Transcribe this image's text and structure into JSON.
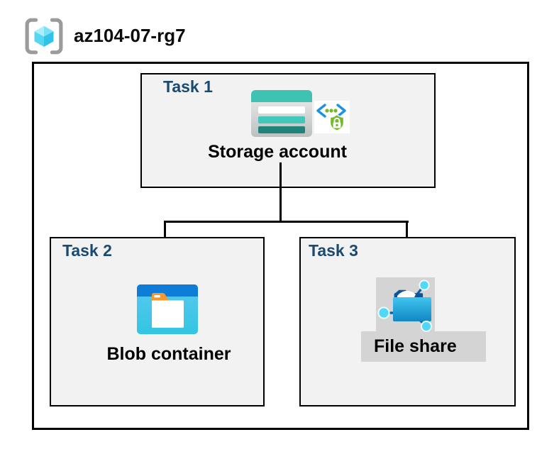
{
  "header": {
    "icon": "resource-group-icon",
    "title": "az104-07-rg7"
  },
  "diagram": {
    "tasks": [
      {
        "label": "Task 1",
        "item_label": "Storage account",
        "icons": [
          "storage-account-icon",
          "secure-access-icon"
        ]
      },
      {
        "label": "Task 2",
        "item_label": "Blob container",
        "icons": [
          "blob-container-icon"
        ]
      },
      {
        "label": "Task 3",
        "item_label": "File share",
        "icons": [
          "file-share-icon"
        ],
        "item_highlighted": true
      }
    ],
    "connections": [
      {
        "from": "Storage account",
        "to": "Blob container"
      },
      {
        "from": "Storage account",
        "to": "File share"
      }
    ]
  },
  "colors": {
    "task_title_blue": "#1a4a72",
    "task_box_fill": "#f2f2f2",
    "outline_black": "#000000",
    "highlight_gray": "#d4d4d4",
    "storage_teal": "#3ec3b2",
    "storage_teal_dark": "#20837a",
    "container_band_blue": "#0f7cd7",
    "cyan_accent": "#50e6ff",
    "secure_green": "#76b82a",
    "bracket_gray": "#9b9b9b",
    "folder_flap_blue": "#0a5699",
    "tab_orange": "#f7982a"
  }
}
